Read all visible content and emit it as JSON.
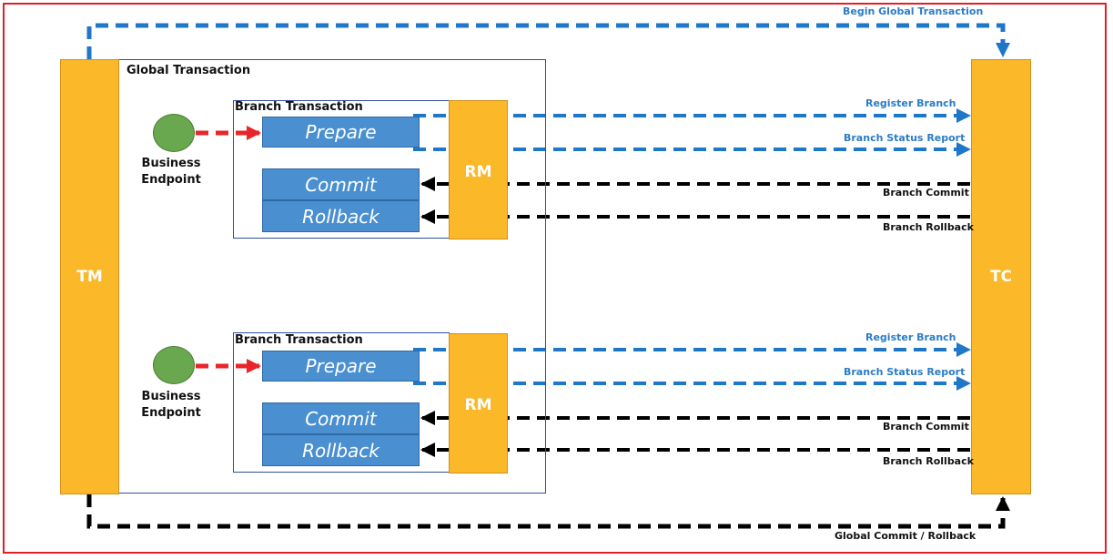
{
  "participants": {
    "tm": "TM",
    "tc": "TC"
  },
  "global_transaction": {
    "label": "Global Transaction",
    "begin_label": "Begin Global Transaction",
    "end_label": "Global Commit / Rollback"
  },
  "branches": [
    {
      "label": "Branch Transaction",
      "endpoint": [
        "Business",
        "Endpoint"
      ],
      "prepare": "Prepare",
      "commit": "Commit",
      "rollback": "Rollback",
      "rm": "RM",
      "register": "Register Branch",
      "status": "Branch Status Report",
      "branch_commit": "Branch Commit",
      "branch_rollback": "Branch Rollback"
    },
    {
      "label": "Branch Transaction",
      "endpoint": [
        "Business",
        "Endpoint"
      ],
      "prepare": "Prepare",
      "commit": "Commit",
      "rollback": "Rollback",
      "rm": "RM",
      "register": "Register Branch",
      "status": "Branch Status Report",
      "branch_commit": "Branch Commit",
      "branch_rollback": "Branch Rollback"
    }
  ],
  "colors": {
    "participant": "#fbb829",
    "step": "#4a8fd0",
    "endpoint": "#6aa84f",
    "blue_arrow": "#1f77c8",
    "red_arrow": "#e8252a",
    "black_arrow": "#000000",
    "frame": "#e41e26"
  }
}
